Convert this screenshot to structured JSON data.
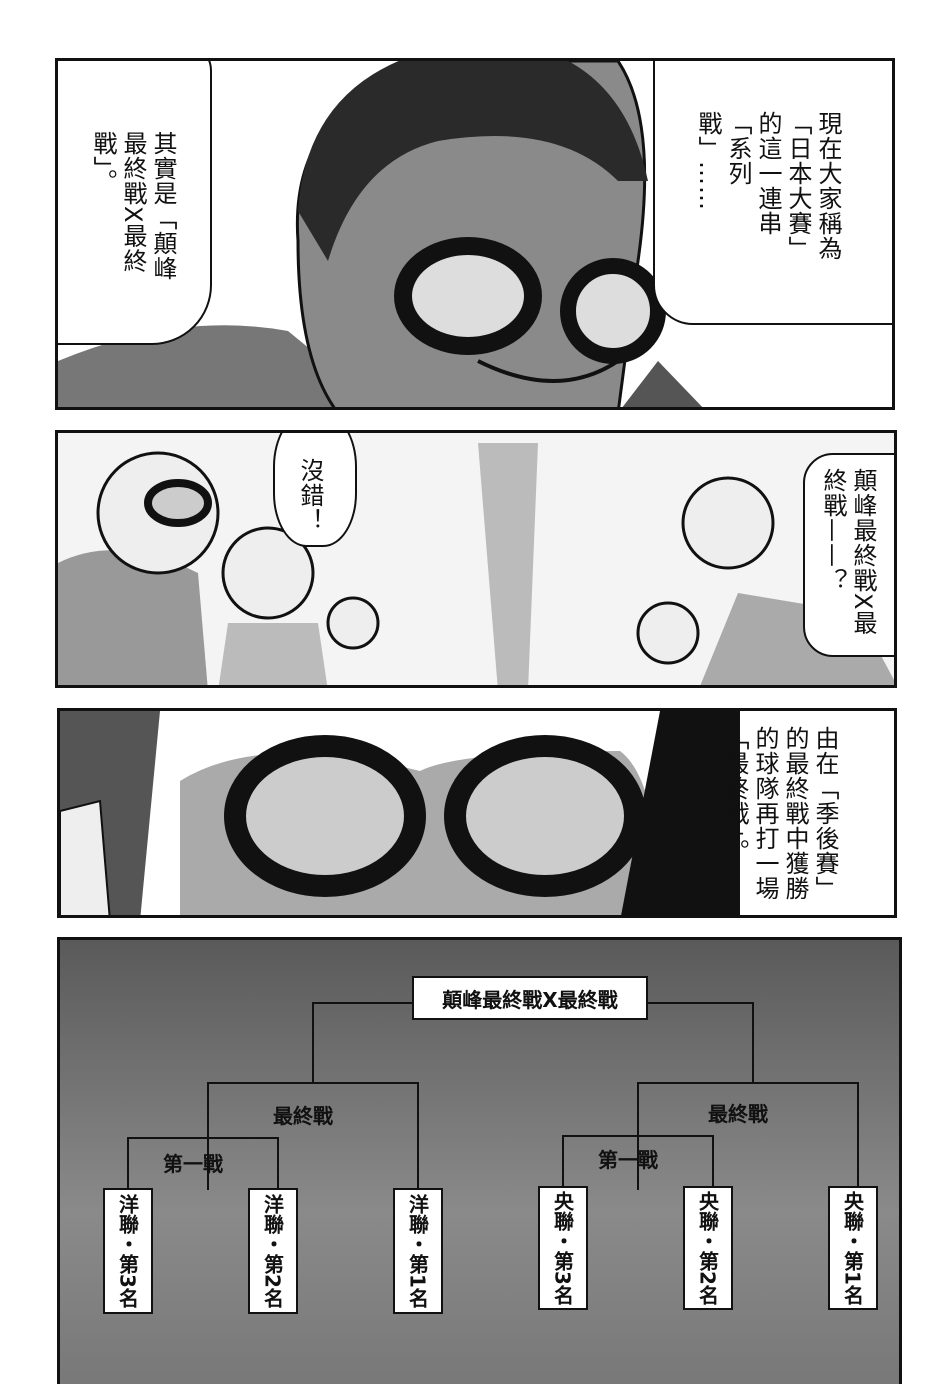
{
  "panel1": {
    "bubble_right": "現在大家稱為「日本大賽」的這一連串「系列戰」……",
    "bubble_left": "其實是「顛峰最終戰X最終戰」。"
  },
  "panel2": {
    "bubble_left": "沒錯！",
    "bubble_right": "顛峰最終戰X最終戰——？"
  },
  "panel3": {
    "caption": "由在「季後賽」的最終戰中獲勝的球隊再打一場「最終戰」。"
  },
  "diagram": {
    "top": "顛峰最終戰X最終戰",
    "left_final": "最終戰",
    "right_final": "最終戰",
    "left_first": "第一戰",
    "right_first": "第一戰",
    "teams": [
      "洋聯・第3名",
      "洋聯・第2名",
      "洋聯・第1名",
      "央聯・第3名",
      "央聯・第2名",
      "央聯・第1名"
    ],
    "background_color": "#6e6e6e"
  }
}
